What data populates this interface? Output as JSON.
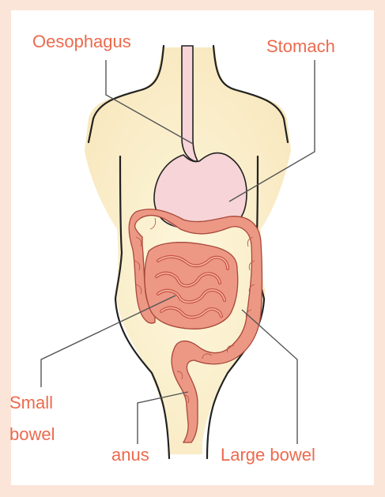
{
  "labels": {
    "oesophagus": "Oesophagus",
    "stomach": "Stomach",
    "small_bowel_line1": "Small",
    "small_bowel_line2": "bowel",
    "anus": "anus",
    "large_bowel": "Large bowel"
  },
  "colors": {
    "page_border": "#fbe4d8",
    "label_text": "#ec6a4d",
    "body_fill": "#fcf3d5",
    "stomach_fill": "#f6d4d7",
    "intestine_fill": "#ec9885",
    "intestine_dark": "#c9503f",
    "outline": "#222222",
    "leader_line": "#555555"
  }
}
